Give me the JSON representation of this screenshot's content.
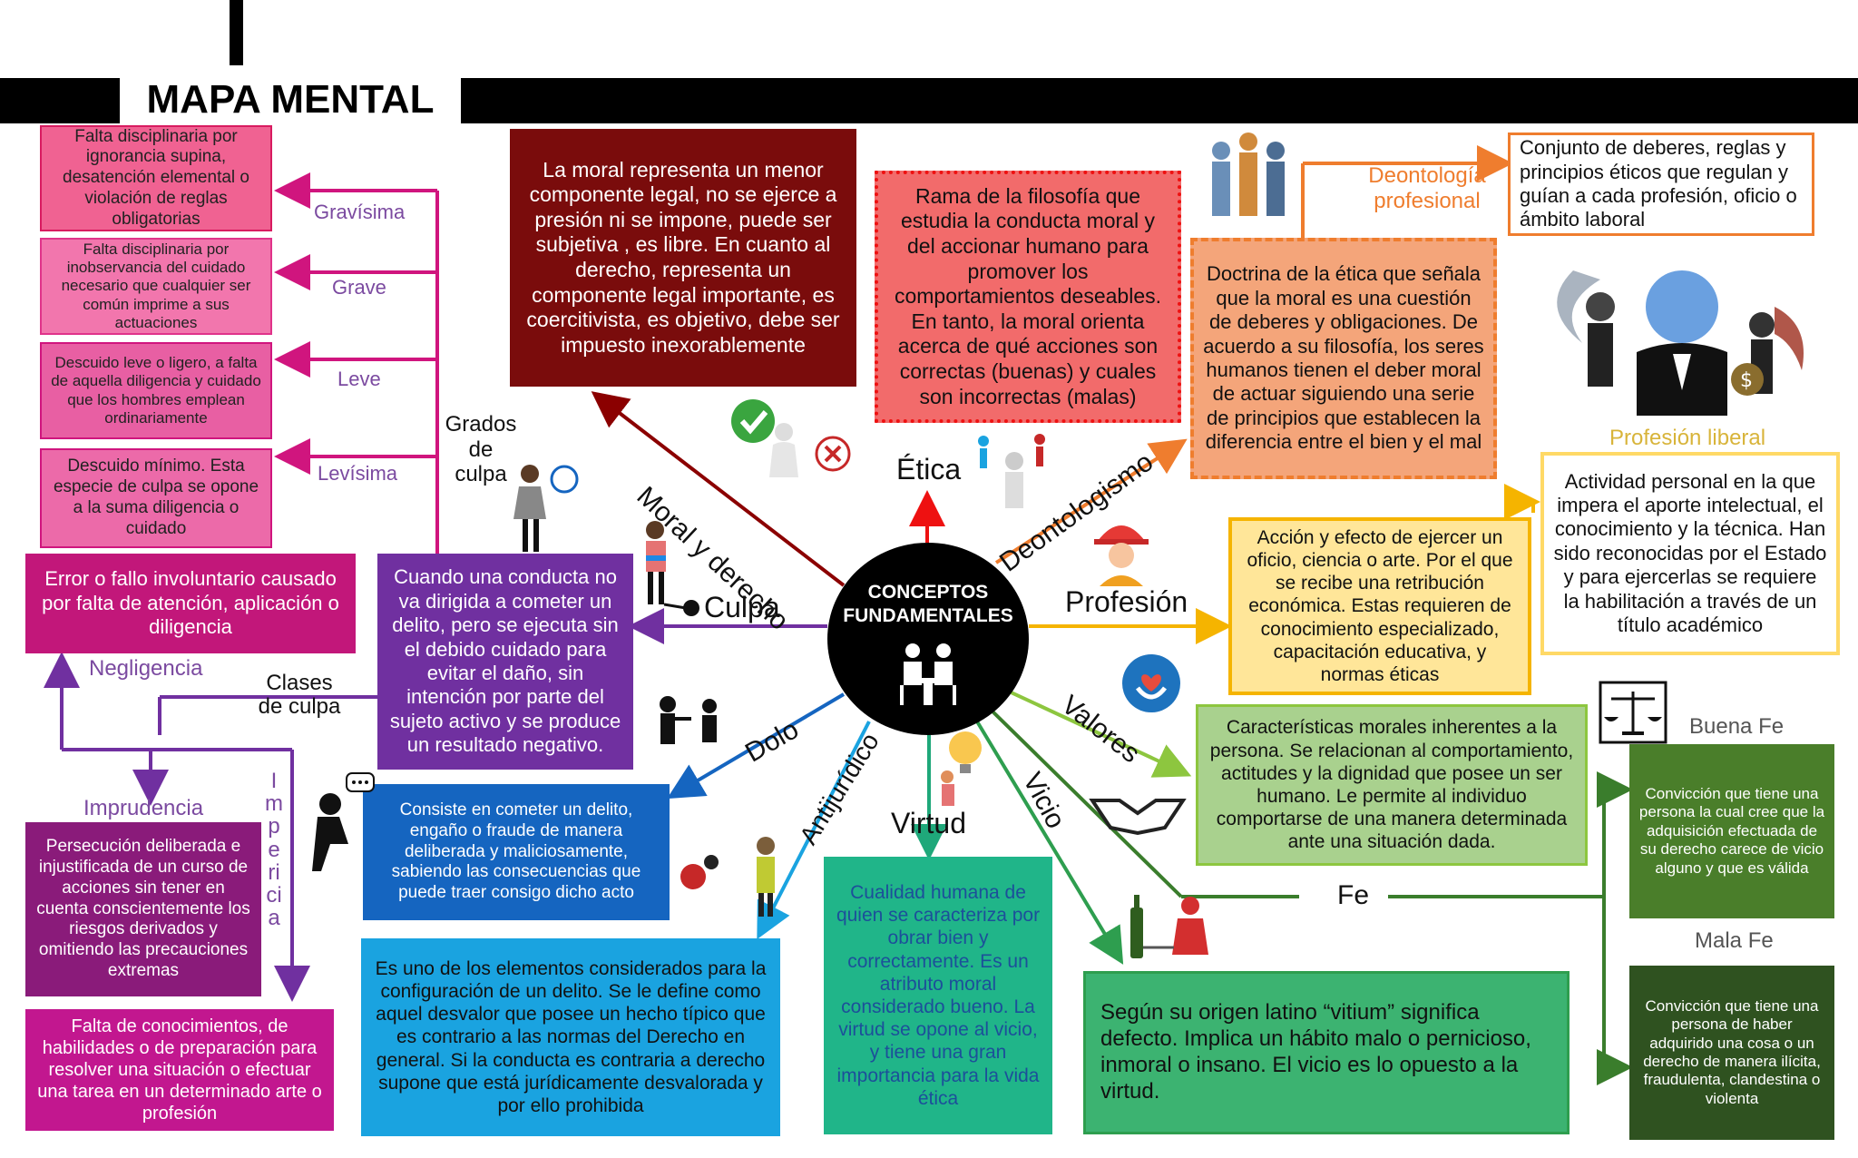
{
  "title": "MAPA MENTAL",
  "center": {
    "line1": "CONCEPTOS",
    "line2": "FUNDAMENTALES"
  },
  "culpa_levels": {
    "gravisima": {
      "label": "Gravísima",
      "text": "Falta disciplinaria por ignorancia supina, desatención elemental o violación de reglas obligatorias"
    },
    "grave": {
      "label": "Grave",
      "text": "Falta disciplinaria por inobservancia del cuidado necesario que cualquier ser común imprime a sus actuaciones"
    },
    "leve": {
      "label": "Leve",
      "text": "Descuido leve o ligero, a falta de aquella diligencia y cuidado que los hombres emplean ordinariamente"
    },
    "levisima": {
      "label": "Levísima",
      "text": "Descuido mínimo. Esta especie de culpa se opone a la suma diligencia o cuidado"
    }
  },
  "grados_label": "Grados de culpa",
  "culpa": {
    "label": "Culpa",
    "text": "Cuando una conducta no va dirigida a cometer un delito, pero se ejecuta sin el debido cuidado para evitar el daño, sin intención por parte del sujeto activo y  se produce un resultado negativo."
  },
  "clases_label": "Clases de culpa",
  "negligencia": {
    "label": "Negligencia",
    "text": "Error o fallo involuntario causado por falta de atención, aplicación o diligencia"
  },
  "imprudencia": {
    "label": "Imprudencia",
    "text": "Persecución deliberada e injustificada de un curso de acciones sin tener en cuenta conscientemente los riesgos derivados y omitiendo las precauciones extremas"
  },
  "impericia": {
    "label": "Impericia",
    "text": "Falta de conocimientos, de habilidades o de preparación para resolver una situación o efectuar una tarea en un determinado arte o profesión"
  },
  "moral_derecho": {
    "label": "Moral y derecho",
    "text": "La moral representa un menor componente legal, no se ejerce a presión ni se impone, puede ser subjetiva , es libre. En cuanto al derecho, representa un componente legal importante, es coercitivista, es objetivo, debe ser impuesto inexorablemente"
  },
  "etica": {
    "label": "Ética",
    "text": "Rama de la filosofía que estudia la conducta moral   y del accionar humano para promover los comportamientos deseables. En tanto, la moral orienta acerca de qué acciones son correctas (buenas) y cuales son incorrectas (malas)"
  },
  "deontologismo": {
    "label": "Deontologismo",
    "text": "Doctrina de la ética que señala que la moral es una cuestión de deberes y obligaciones. De acuerdo a su filosofía, los seres humanos tienen el deber moral de actuar siguiendo una serie de principios que establecen la diferencia entre el bien y el mal"
  },
  "deontologia": {
    "label": "Deontología profesional",
    "text": "Conjunto de deberes, reglas y principios éticos que regulan y guían a cada profesión, oficio o ámbito laboral"
  },
  "profesion": {
    "label": "Profesión",
    "text": "Acción y efecto de ejercer un oficio, ciencia o arte. Por el que se recibe una retribución económica. Estas requieren de conocimiento especializado, capacitación educativa, y normas éticas"
  },
  "profesion_liberal": {
    "label": "Profesión liberal",
    "text": "Actividad personal en la que impera el aporte intelectual, el conocimiento y la técnica. Han sido reconocidas por el Estado y para ejercerlas se requiere la habilitación a través de un título académico"
  },
  "valores": {
    "label": "Valores",
    "text": "Características morales inherentes a la persona. Se relacionan al comportamiento, actitudes y la dignidad que posee un ser humano. Le permite al individuo comportarse de una manera determinada ante una situación dada."
  },
  "fe": {
    "label": "Fe"
  },
  "buena_fe": {
    "label": "Buena Fe",
    "text": "Convicción que tiene una persona la cual cree que la adquisición efectuada de su derecho carece de vicio alguno y que es válida"
  },
  "mala_fe": {
    "label": "Mala Fe",
    "text": "Convicción que tiene una persona de haber adquirido una cosa o un derecho de manera ilícita, fraudulenta, clandestina o violenta"
  },
  "vicio": {
    "label": "Vicio",
    "text": "Según su origen latino “vitium” significa defecto. Implica un hábito malo o pernicioso, inmoral o insano. El vicio es lo opuesto a la virtud."
  },
  "virtud": {
    "label": "Virtud",
    "text": "Cualidad humana de quien se caracteriza por obrar bien y correctamente. Es un atributo moral considerado bueno. La virtud se opone al vicio, y tiene una gran importancia para la vida ética"
  },
  "antijuridico": {
    "label": "Antijurídico",
    "text": "Es uno de los elementos considerados para la configuración de un delito. Se le define como aquel desvalor que posee un hecho típico que es contrario a las normas del Derecho en general. Si la conducta es contraria a derecho supone que está jurídicamente desvalorada y por ello prohibida"
  },
  "dolo": {
    "label": "Dolo",
    "text": "Consiste en cometer un delito, engaño o fraude de manera deliberada y maliciosamente, sabiendo las consecuencias que puede traer consigo dicho acto"
  },
  "icons": [
    "check-icon",
    "cross-icon",
    "people-group-icon",
    "worker-icon",
    "angel-devil-icon",
    "scales-icon",
    "handshake-icon",
    "hands-heart-icon",
    "lightbulb-icon",
    "bottle-icon",
    "thief-icon",
    "handcuffs-icon",
    "thinking-person-icon"
  ]
}
